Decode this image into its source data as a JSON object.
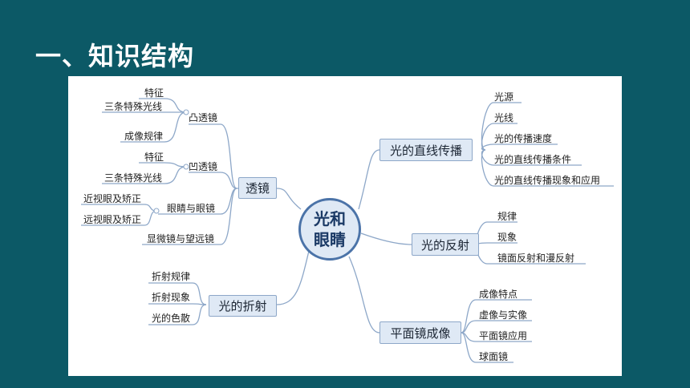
{
  "title": "一、知识结构",
  "center": {
    "line1": "光和",
    "line2": "眼睛"
  },
  "branches": {
    "lens": {
      "label": "透镜",
      "convex": {
        "label": "凸透镜",
        "items": [
          "特征",
          "三条特殊光线",
          "成像规律"
        ]
      },
      "concave": {
        "label": "凹透镜",
        "items": [
          "特征",
          "三条特殊光线"
        ]
      },
      "eye": {
        "label": "眼睛与眼镜",
        "items": [
          "近视眼及矫正",
          "远视眼及矫正"
        ]
      },
      "scope": "显微镜与望远镜"
    },
    "refraction": {
      "label": "光的折射",
      "items": [
        "折射规律",
        "折射现象",
        "光的色散"
      ]
    },
    "straight": {
      "label": "光的直线传播",
      "items": [
        "光源",
        "光线",
        "光的传播速度",
        "光的直线传播条件",
        "光的直线传播现象和应用"
      ]
    },
    "reflection": {
      "label": "光的反射",
      "items": [
        "规律",
        "现象",
        "镜面反射和漫反射"
      ]
    },
    "mirror": {
      "label": "平面镜成像",
      "items": [
        "成像特点",
        "虚像与实像",
        "平面镜应用",
        "球面镜"
      ]
    }
  },
  "colors": {
    "background": "#0c5966",
    "line": "#8da7c8",
    "node_fill": "#dfe9f5",
    "center_border": "#4b73a8"
  }
}
